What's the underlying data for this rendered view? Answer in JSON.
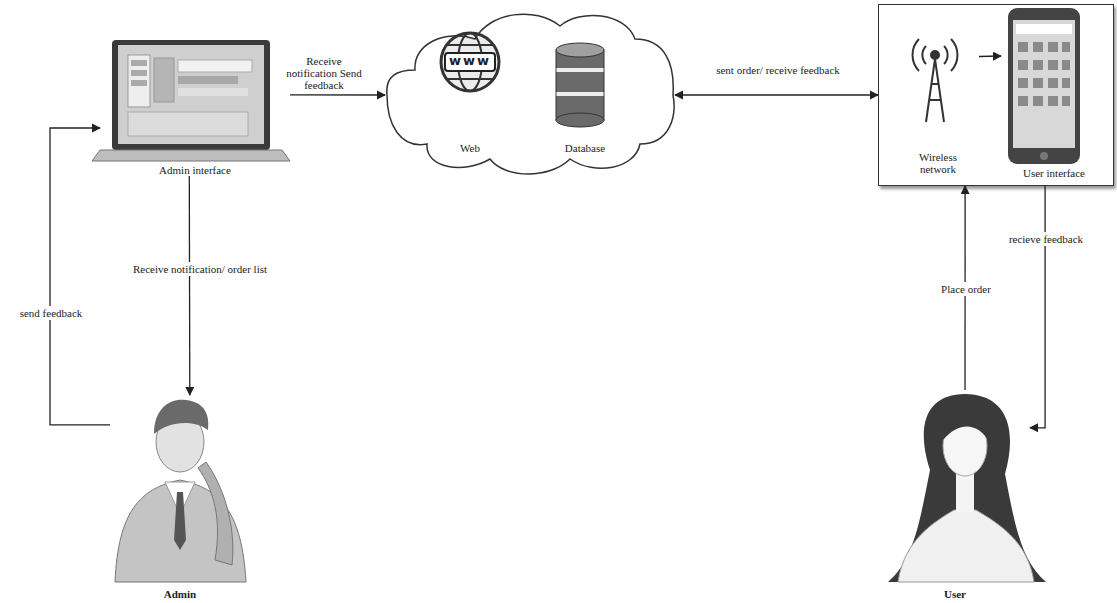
{
  "diagram": {
    "nodes": [
      {
        "text": [
          "Admin interface"
        ]
      },
      {
        "text": []
      },
      {
        "text": [
          "Web"
        ],
        "in": 1
      },
      {
        "text": [
          "Database"
        ],
        "in": 1
      },
      {
        "text": []
      },
      {
        "text": [
          "Wireless network"
        ],
        "in": 4
      },
      {
        "text": [
          "User interface"
        ],
        "in": 4
      },
      {
        "text": [
          "Admin"
        ]
      },
      {
        "text": [
          "User"
        ]
      }
    ],
    "edges": [
      {
        "from": 0,
        "to": 1,
        "label": "Receive notification Send feedback",
        "arrow": "to"
      },
      {
        "from": 1,
        "to": 4,
        "label": "sent order/ receive feedback",
        "arrow": "both"
      },
      {
        "from": 5,
        "to": 6,
        "arrow": "to"
      },
      {
        "from": 0,
        "to": 7,
        "label": "Receive notification/ order list",
        "arrow": "to"
      },
      {
        "from": 7,
        "to": 0,
        "label": "send feedback",
        "arrow": "to"
      },
      {
        "from": 8,
        "to": 4,
        "label": "Place order",
        "arrow": "to"
      },
      {
        "from": 4,
        "to": 8,
        "label": "recieve feedback",
        "arrow": "to"
      }
    ],
    "labels": [
      "www"
    ]
  }
}
